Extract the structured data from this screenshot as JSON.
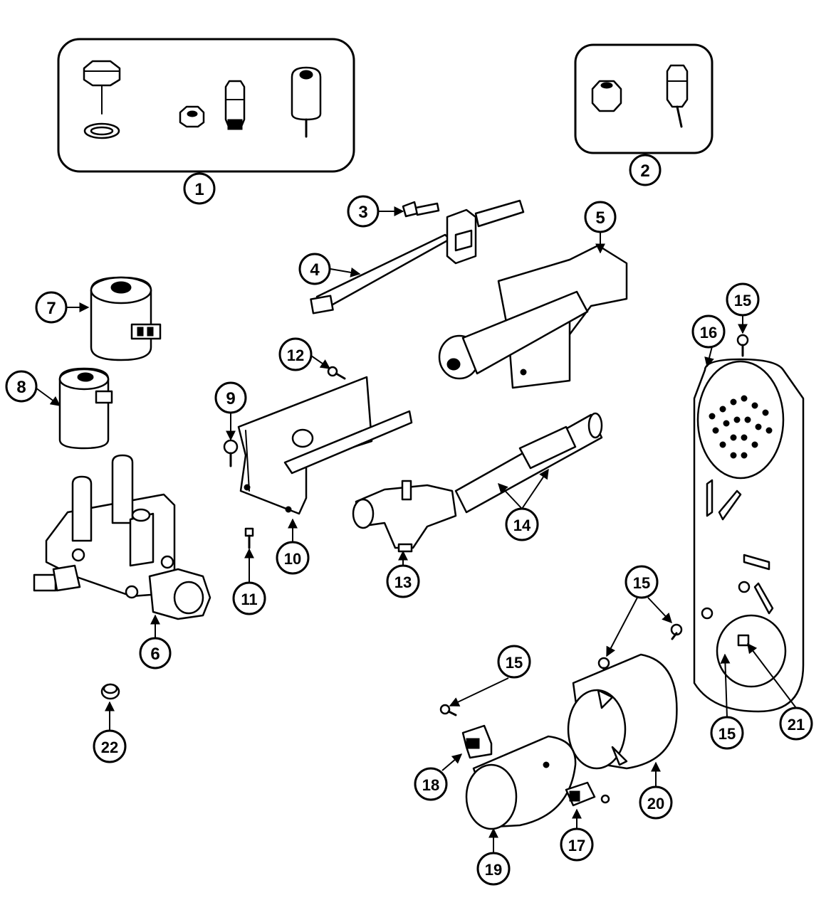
{
  "callouts": [
    {
      "id": "c1",
      "label": "1"
    },
    {
      "id": "c2",
      "label": "2"
    },
    {
      "id": "c3",
      "label": "3"
    },
    {
      "id": "c4",
      "label": "4"
    },
    {
      "id": "c5",
      "label": "5"
    },
    {
      "id": "c6",
      "label": "6"
    },
    {
      "id": "c7",
      "label": "7"
    },
    {
      "id": "c8",
      "label": "8"
    },
    {
      "id": "c9",
      "label": "9"
    },
    {
      "id": "c10",
      "label": "10"
    },
    {
      "id": "c11",
      "label": "11"
    },
    {
      "id": "c12",
      "label": "12"
    },
    {
      "id": "c13",
      "label": "13"
    },
    {
      "id": "c14",
      "label": "14"
    },
    {
      "id": "c15a",
      "label": "15"
    },
    {
      "id": "c15b",
      "label": "15"
    },
    {
      "id": "c15c",
      "label": "15"
    },
    {
      "id": "c15d",
      "label": "15"
    },
    {
      "id": "c16",
      "label": "16"
    },
    {
      "id": "c17",
      "label": "17"
    },
    {
      "id": "c18",
      "label": "18"
    },
    {
      "id": "c19",
      "label": "19"
    },
    {
      "id": "c20",
      "label": "20"
    },
    {
      "id": "c21",
      "label": "21"
    },
    {
      "id": "c22",
      "label": "22"
    }
  ]
}
